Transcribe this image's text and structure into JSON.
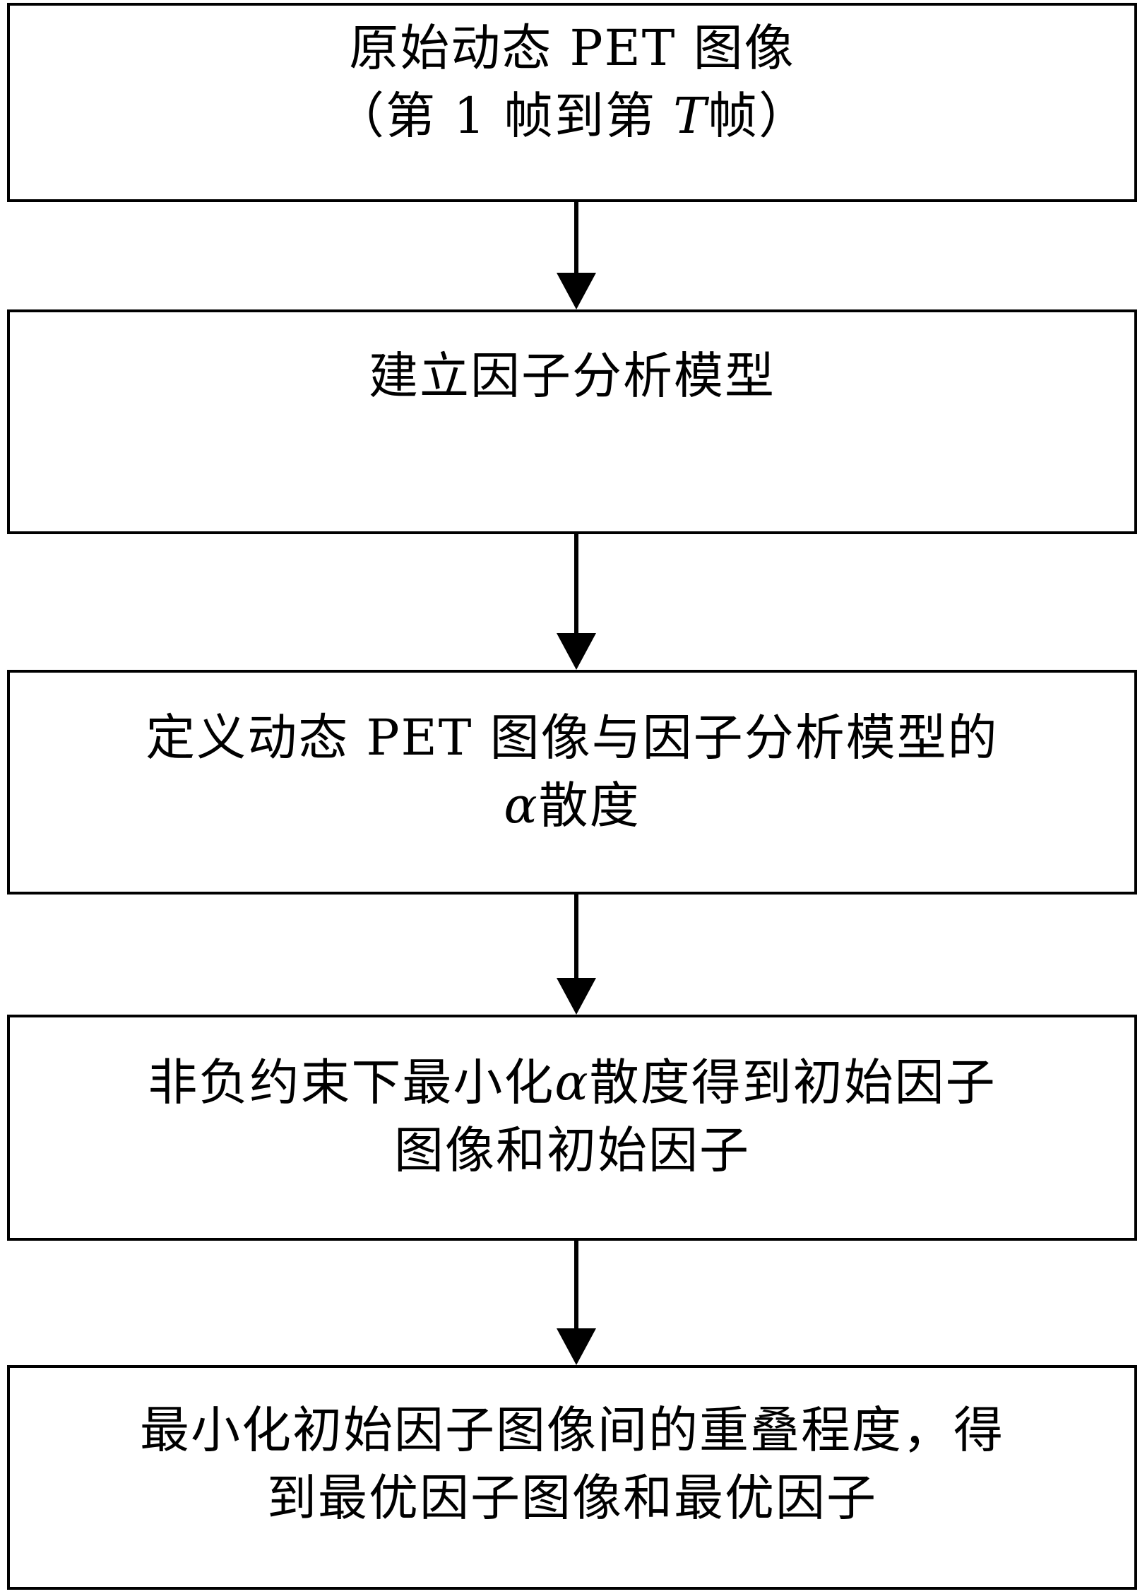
{
  "flowchart": {
    "steps": [
      {
        "line1": "原始动态 PET 图像",
        "line2_prefix": "（第 1 帧到第 ",
        "line2_var": "T",
        "line2_suffix": "帧）"
      },
      {
        "line1": "建立因子分析模型"
      },
      {
        "line1": "定义动态 PET 图像与因子分析模型的",
        "line2_var": "α",
        "line2_suffix": "散度"
      },
      {
        "line1_prefix": "非负约束下最小化",
        "line1_var": "α",
        "line1_suffix": "散度得到初始因子",
        "line2": "图像和初始因子"
      },
      {
        "line1": "最小化初始因子图像间的重叠程度，得",
        "line2": "到最优因子图像和最优因子"
      }
    ]
  }
}
